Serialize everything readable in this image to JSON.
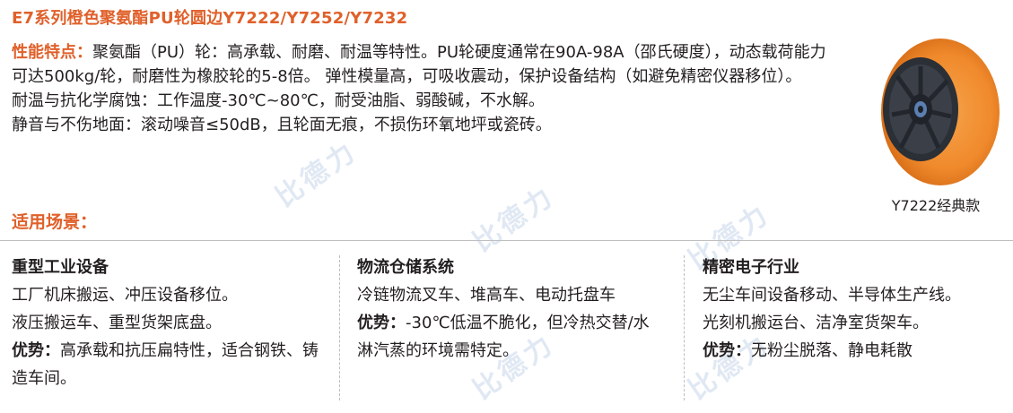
{
  "title": "E7系列橙色聚氨酯PU轮圆边Y7222/Y7252/Y7232",
  "features": {
    "label": "性能特点：",
    "intro": "聚氨酯（PU）轮：高承载、耐磨、耐温等特性。PU轮硬度通常在90A-98A（邵氏硬度），动态载荷能力可达500kg/轮，耐磨性为橡胶轮的5-8倍。 弹性模量高，可吸收震动，保护设备结构（如避免精密仪器移位）。",
    "temp": "耐温与抗化学腐蚀：工作温度-30℃~80℃，耐受油脂、弱酸碱，不水解。",
    "quiet": "静音与不伤地面：滚动噪音≤50dB，且轮面无痕，不损伤环氧地坪或瓷砖。"
  },
  "image_caption": "Y7222经典款",
  "scenes_title": "适用场景：",
  "watermark": "比德力",
  "columns": [
    {
      "heading": "重型工业设备",
      "lines": [
        "工厂机床搬运、冲压设备移位。",
        "液压搬运车、重型货架底盘。"
      ],
      "adv_label": "优势：",
      "adv_text": "高承载和抗压扁特性，适合钢铁、铸造车间。"
    },
    {
      "heading": "物流仓储系统",
      "lines": [
        "冷链物流叉车、堆高车、电动托盘车"
      ],
      "adv_label": "优势：",
      "adv_text": "-30℃低温不脆化，但冷热交替/水淋汽蒸的环境需特定。"
    },
    {
      "heading": "精密电子行业",
      "lines": [
        "无尘车间设备移动、半导体生产线。",
        "光刻机搬运台、洁净室货架车。"
      ],
      "adv_label": "优势：",
      "adv_text": "无粉尘脱落、静电耗散"
    }
  ],
  "colors": {
    "accent": "#e0602a",
    "wheel_orange": "#f08a2c",
    "hub": "#2b2f36"
  }
}
